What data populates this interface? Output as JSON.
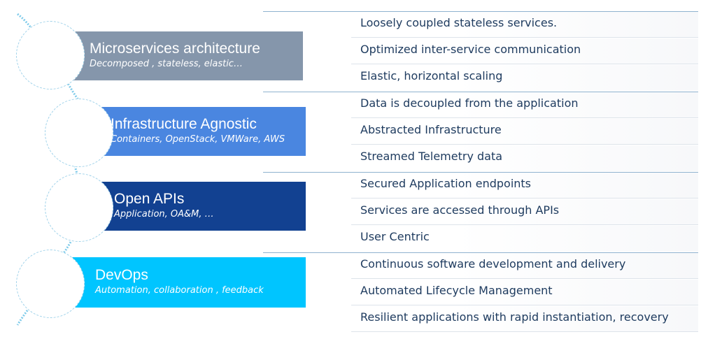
{
  "pillars": [
    {
      "title": "Microservices architecture",
      "subtitle": "Decomposed , stateless, elastic…",
      "color": "#8596ab",
      "items": [
        "Loosely coupled stateless services.",
        "Optimized inter-service communication",
        "Elastic, horizontal scaling"
      ]
    },
    {
      "title": "Infrastructure Agnostic",
      "subtitle": "Containers, OpenStack, VMWare, AWS",
      "color": "#4a86e0",
      "items": [
        "Data is decoupled from the application",
        "Abstracted Infrastructure",
        "Streamed Telemetry data"
      ]
    },
    {
      "title": "Open APIs",
      "subtitle": "Application, OA&M, …",
      "color": "#124191",
      "items": [
        "Secured Application endpoints",
        "Services are accessed through APIs",
        "User Centric"
      ]
    },
    {
      "title": "DevOps",
      "subtitle": "Automation, collaboration , feedback",
      "color": "#00c5ff",
      "items": [
        "Continuous software development and delivery",
        "Automated Lifecycle Management",
        "Resilient applications with rapid instantiation, recovery"
      ]
    }
  ],
  "spine_color": "#7fcbea"
}
